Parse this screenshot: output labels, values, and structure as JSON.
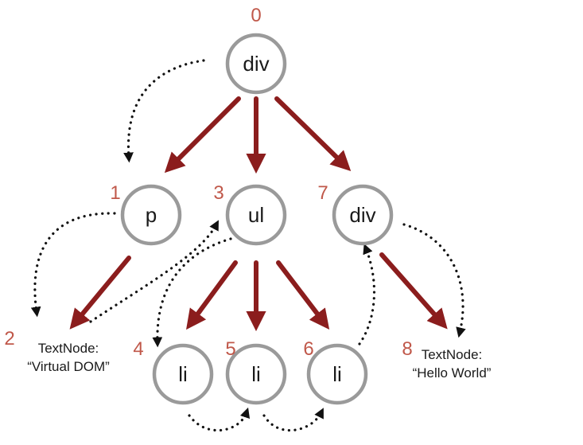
{
  "nodes": [
    {
      "index": "0",
      "label": "div"
    },
    {
      "index": "1",
      "label": "p"
    },
    {
      "index": "3",
      "label": "ul"
    },
    {
      "index": "7",
      "label": "div"
    },
    {
      "index": "4",
      "label": "li"
    },
    {
      "index": "5",
      "label": "li"
    },
    {
      "index": "6",
      "label": "li"
    }
  ],
  "text_nodes": [
    {
      "index": "2",
      "line1": "TextNode:",
      "line2": "“Virtual DOM”"
    },
    {
      "index": "8",
      "line1": "TextNode:",
      "line2": "“Hello World”"
    }
  ],
  "colors": {
    "edge": "#8b1d1d",
    "index": "#c0584a",
    "circle_stroke": "#9a9a9a",
    "traversal": "#111111"
  }
}
